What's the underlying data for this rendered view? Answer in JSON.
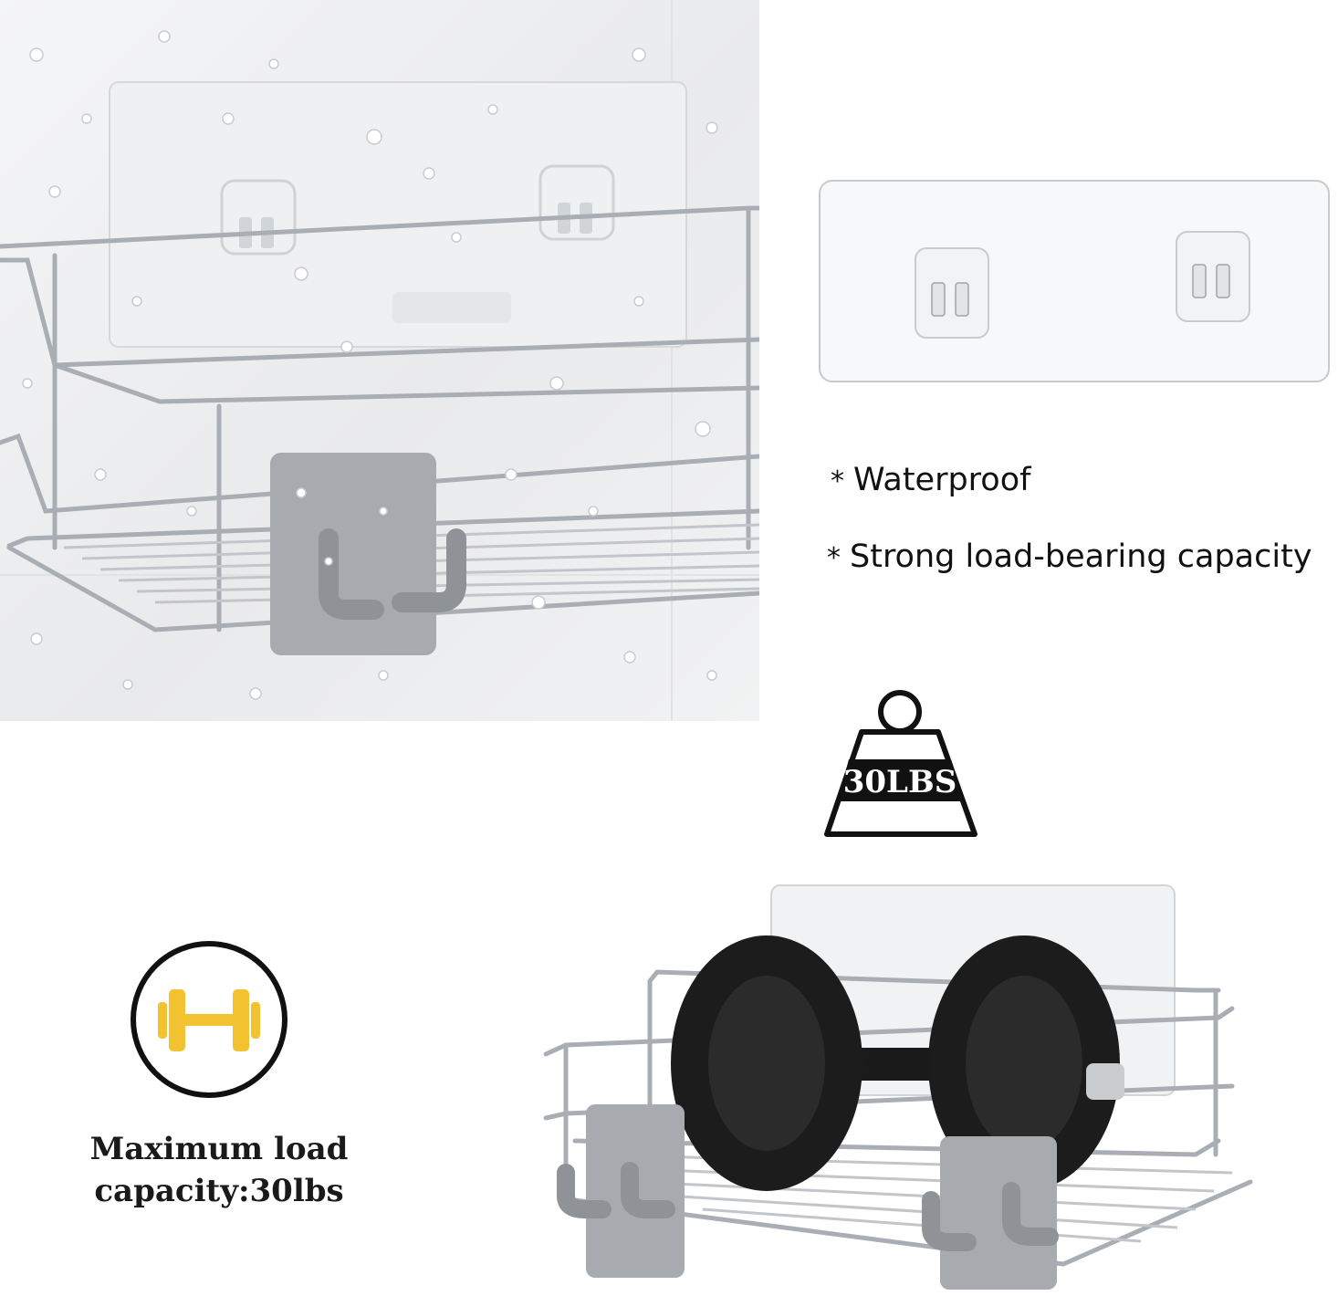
{
  "features": [
    {
      "bullet": "*",
      "text": "Waterproof"
    },
    {
      "bullet": "*",
      "text": "Strong load-bearing capacity"
    }
  ],
  "weight_badge": {
    "label": "30LBS",
    "icon": "weight-icon"
  },
  "load_caption": {
    "line1": "Maximum load",
    "line2": "capacity:30lbs",
    "icon": "dumbbell-icon"
  },
  "colors": {
    "accent_gold": "#f2c230",
    "icon_black": "#111111",
    "shelf_steel": "#b9bec4",
    "hook_gray": "#a7abaf"
  }
}
